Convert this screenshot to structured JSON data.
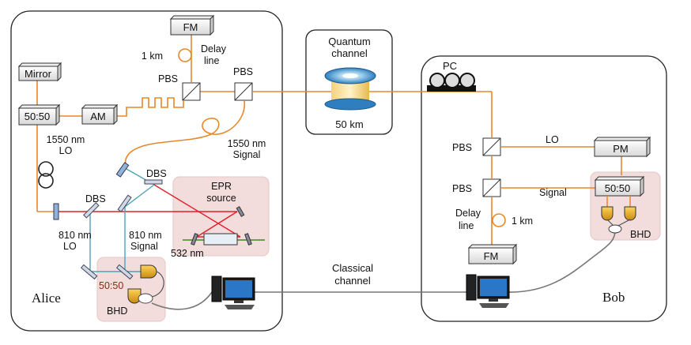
{
  "alice": {
    "name": "Alice",
    "mirror": "Mirror",
    "coupler": "50:50",
    "am": "AM",
    "fm": "FM",
    "fiber_1km": "1 km",
    "delay_line_1": "Delay",
    "delay_line_2": "line",
    "pbs_left": "PBS",
    "pbs_right": "PBS",
    "lo_1550_1": "1550 nm",
    "lo_1550_2": "LO",
    "signal_1550_1": "1550 nm",
    "signal_1550_2": "Signal",
    "dbs_top": "DBS",
    "dbs_left": "DBS",
    "epr_1": "EPR",
    "epr_2": "source",
    "pump": "532 nm",
    "lo_810_1": "810 nm",
    "lo_810_2": "LO",
    "signal_810_1": "810 nm",
    "signal_810_2": "Signal",
    "bhd_coupler": "50:50",
    "bhd": "BHD"
  },
  "channel": {
    "quantum_1": "Quantum",
    "quantum_2": "channel",
    "length": "50 km",
    "classical_1": "Classical",
    "classical_2": "channel"
  },
  "bob": {
    "name": "Bob",
    "pc": "PC",
    "pbs_top": "PBS",
    "pbs_bottom": "PBS",
    "lo": "LO",
    "signal": "Signal",
    "pm": "PM",
    "coupler": "50:50",
    "delay_line_1": "Delay",
    "delay_line_2": "line",
    "fiber_1km": "1 km",
    "fm": "FM",
    "bhd": "BHD"
  },
  "colors": {
    "fiber": "#e8872a",
    "red_beam": "#e0202a",
    "cyan_beam": "#4fa3b8",
    "pump_beam": "#3c8a1e",
    "panel": "#f2dcdc"
  }
}
